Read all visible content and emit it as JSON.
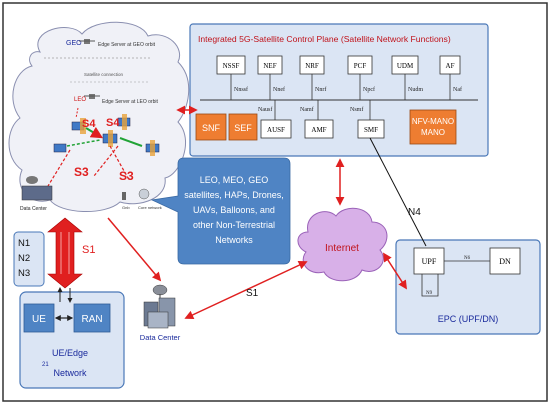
{
  "cloud": {
    "geo_label": "GEO",
    "geo_server": "Edge Server at GEO orbit",
    "link_label": "Satellite connection",
    "leo_label": "LEO",
    "leo_server": "Edge Server at LEO orbit",
    "s4_left": "S4",
    "s4_right": "S4",
    "s3_left": "S3",
    "s3_right": "S3",
    "data_center": "Data Center",
    "ground_a": "Gnb",
    "ground_b": "Core network"
  },
  "control_plane": {
    "title": "Integrated 5G-Satellite Control Plane (Satellite Network Functions)",
    "functions": [
      "NSSF",
      "NEF",
      "NRF",
      "PCF",
      "UDM",
      "AF"
    ],
    "bus_interfaces": [
      "Nnssf",
      "Nnef",
      "Nnrf",
      "Npcf",
      "Nudm",
      "Naf"
    ],
    "lower_interfaces": [
      "Nausf",
      "Namf",
      "Nsmf"
    ],
    "snf": "SNF",
    "sef": "SEF",
    "ausf": "AUSF",
    "amf": "AMF",
    "smf": "SMF",
    "nfv": "NFV-MANO"
  },
  "callout": {
    "text": [
      "LEO, MEO, GEO",
      "satellites, HAPs, Drones,",
      "UAVs, Balloons, and",
      "other Non-Terrestrial",
      "Networks"
    ]
  },
  "interfaces": {
    "n_list": [
      "N1",
      "N2",
      "N3"
    ],
    "s1_vertical": "S1",
    "s1_internet": "S1",
    "n4": "N4"
  },
  "ue_edge": {
    "ue": "UE",
    "ran": "RAN",
    "label_line1": "UE/Edge",
    "label_line2": "Network",
    "footnote": "21"
  },
  "data_center": {
    "label": "Data Center"
  },
  "internet": {
    "label": "Internet"
  },
  "epc": {
    "upf": "UPF",
    "dn": "DN",
    "n6": "N6",
    "n9": "N9",
    "label": "EPC (UPF/DN)"
  },
  "colors": {
    "red": "#e02020",
    "blue_fill": "#dbe5f4",
    "blue_border": "#4a78b8",
    "callout_fill": "#4f84c4",
    "orange": "#ee7d31",
    "internet_fill": "#d8b0e8"
  }
}
